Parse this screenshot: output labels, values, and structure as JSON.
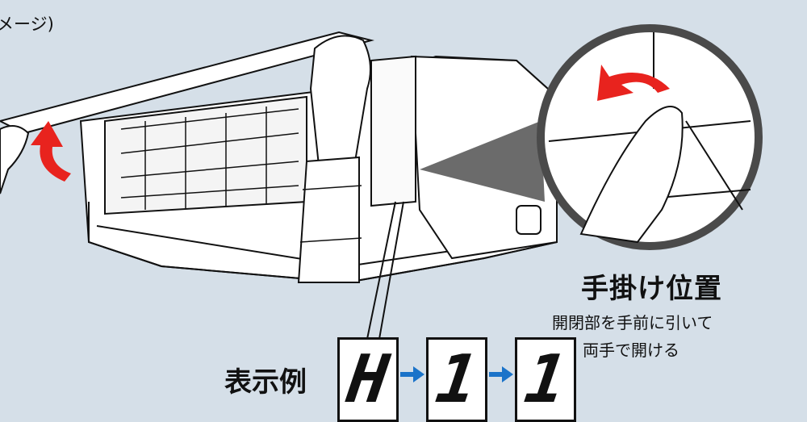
{
  "caption_top": "メージ)",
  "magnifier": {
    "title": "手掛け位置",
    "line1": "開閉部を手前に引いて",
    "line2": "両手で開ける"
  },
  "display_example": {
    "label": "表示例",
    "digits": [
      "H",
      "1",
      "1"
    ]
  },
  "colors": {
    "background": "#d5dfe8",
    "arrow_red": "#e8231e",
    "arrow_blue": "#1a73c9",
    "circle_border": "#4a4a4a",
    "line_art": "#111111"
  },
  "icons": [
    "red-curved-arrow",
    "blue-right-arrow",
    "hand"
  ]
}
